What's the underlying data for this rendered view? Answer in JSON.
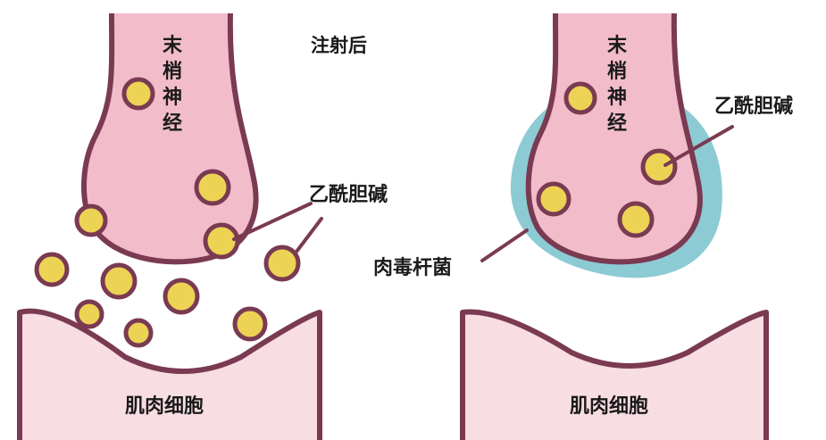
{
  "left_panel": {
    "caption": "注射后",
    "nerve_label": [
      "末",
      "梢",
      "神",
      "经"
    ],
    "ach_label": "乙酰胆碱",
    "muscle_label": "肌肉细胞"
  },
  "right_panel": {
    "nerve_label": [
      "末",
      "梢",
      "神",
      "经"
    ],
    "ach_label": "乙酰胆碱",
    "toxin_label": "肉毒杆菌",
    "muscle_label": "肌肉细胞"
  },
  "colors": {
    "outline": "#7a3a52",
    "nerve_fill": "#f2bccb",
    "muscle_fill": "#f8dde3",
    "vesicle_fill": "#ecd354",
    "toxin_fill": "#8ccbd4"
  }
}
